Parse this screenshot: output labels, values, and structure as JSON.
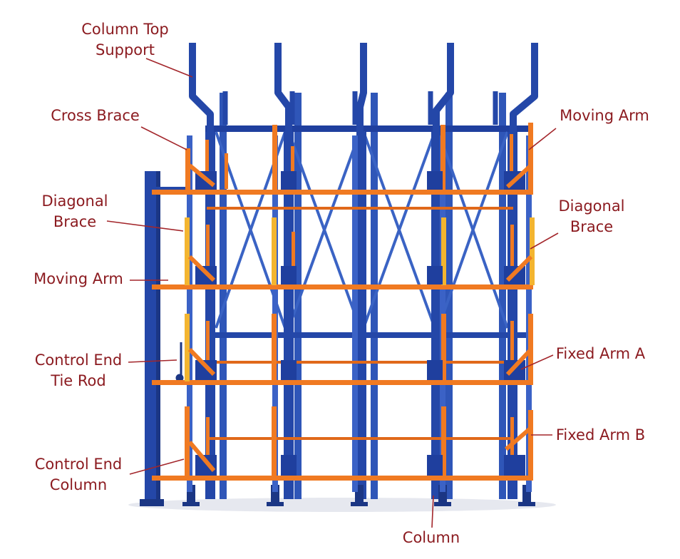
{
  "labels": {
    "column_top_support": "Column Top\nSupport",
    "cross_brace": "Cross Brace",
    "diagonal_brace_left": "Diagonal\nBrace",
    "moving_arm_left": "Moving Arm",
    "control_end_tie_rod": "Control End\nTie Rod",
    "control_end_column": "Control End\nColumn",
    "moving_arm_right": "Moving Arm",
    "diagonal_brace_right": "Diagonal\nBrace",
    "fixed_arm_a": "Fixed Arm A",
    "fixed_arm_b": "Fixed Arm B",
    "column": "Column"
  },
  "colors": {
    "steel_blue": "#2447a8",
    "steel_blue_dark": "#1b3684",
    "arm_orange": "#f07a22",
    "arm_yellow": "#f3b530",
    "label_red": "#8b1a1f",
    "leader_line": "#a3262b"
  }
}
